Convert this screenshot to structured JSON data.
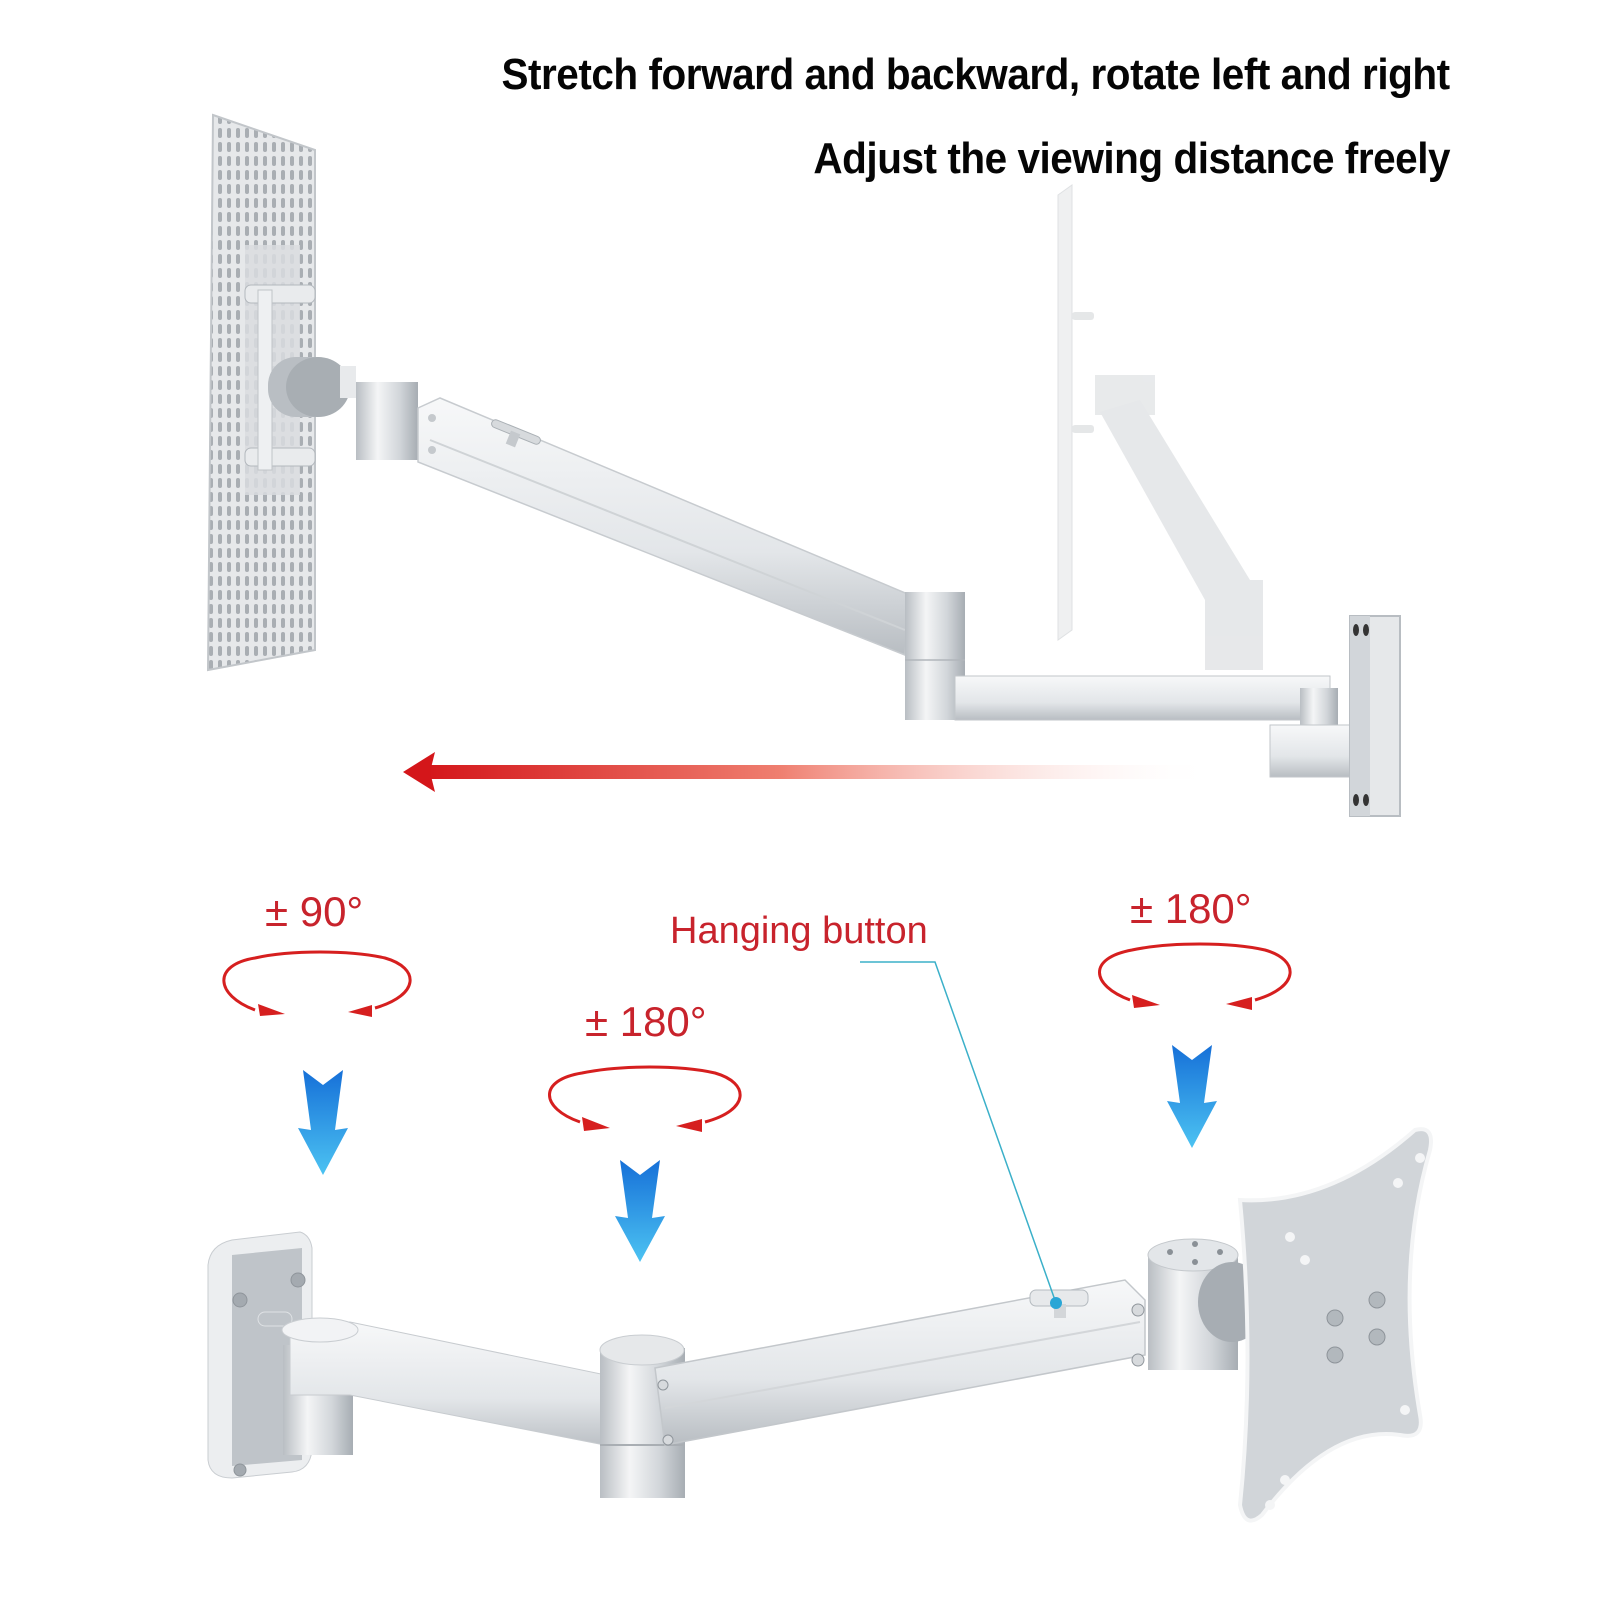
{
  "headline": {
    "line1": "Stretch forward and backward, rotate left and right",
    "line2": "Adjust the viewing distance freely"
  },
  "top_illustration": {
    "description": "Wall-mounted monitor arm extended forward with ghosted retracted position",
    "direction_arrow": {
      "icon": "arrow-left-icon",
      "color": "#d61f1f"
    }
  },
  "bottom_illustration": {
    "rotation_labels": [
      {
        "label": "± 90°",
        "joint": "wall-bracket"
      },
      {
        "label": "± 180°",
        "joint": "elbow"
      },
      {
        "label": "± 180°",
        "joint": "monitor-head"
      }
    ],
    "callout": {
      "label": "Hanging button",
      "line_color": "#3bb0c9"
    },
    "rotation_arrow_color": "#d61f1f",
    "down_arrow_color": "#1e8fe0"
  },
  "colors": {
    "headline": "#050505",
    "annotation_red": "#c8232c",
    "aluminum_light": "#eef0f2",
    "aluminum_mid": "#c9cdd1",
    "aluminum_dark": "#9aa0a6"
  }
}
